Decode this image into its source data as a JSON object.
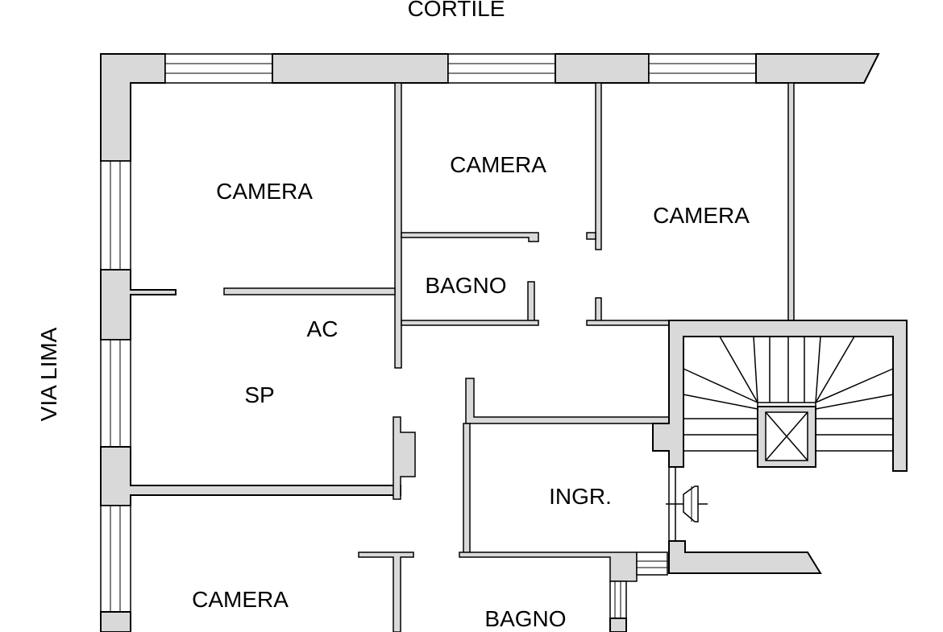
{
  "plan": {
    "top_label": "CORTILE",
    "side_label": "VIA LIMA",
    "rooms": {
      "camera_left": "CAMERA",
      "camera_mid": "CAMERA",
      "camera_right": "CAMERA",
      "bagno_top": "BAGNO",
      "ac": "AC",
      "sp": "SP",
      "ingr": "INGR.",
      "camera_bottom": "CAMERA",
      "bagno_bottom": "BAGNO"
    }
  }
}
